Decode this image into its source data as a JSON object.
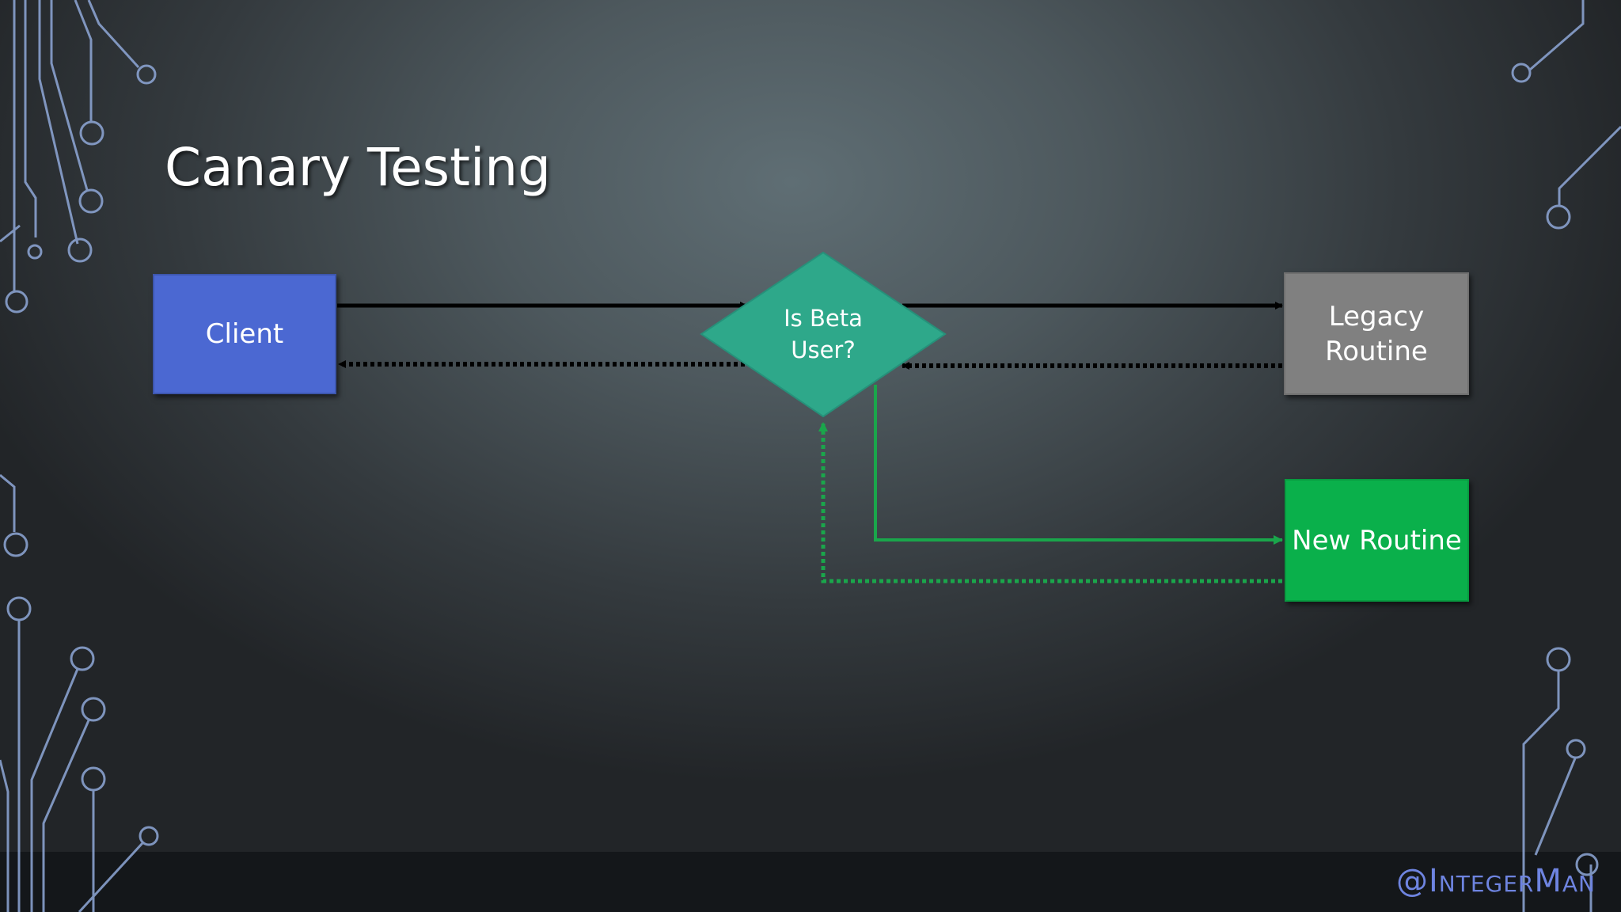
{
  "slide": {
    "title": "Canary Testing",
    "watermark": "@IntegerMan"
  },
  "nodes": {
    "client": "Client",
    "decision": "Is Beta\nUser?",
    "legacy": "Legacy\nRoutine",
    "new_routine": "New Routine"
  },
  "colors": {
    "client": "#4b68d2",
    "decision": "#2ea88a",
    "legacy": "#808080",
    "new_routine": "#0ab04b",
    "request_arrow": "#000000",
    "beta_arrow": "#1aa64b",
    "circuit": "#8fa8d8"
  }
}
